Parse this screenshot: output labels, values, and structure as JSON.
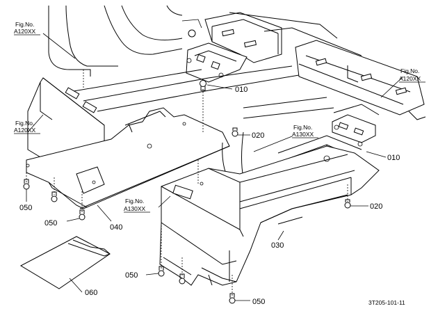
{
  "fig_refs": {
    "top_left": {
      "line1": "Fig.No.",
      "line2": "A120XX"
    },
    "mid_left": {
      "line1": "Fig.No.",
      "line2": "A120XX"
    },
    "right": {
      "line1": "Fig.No.",
      "line2": "A120XX"
    },
    "center": {
      "line1": "Fig.No.",
      "line2": "A130XX"
    },
    "lower": {
      "line1": "Fig.No.",
      "line2": "A130XX"
    }
  },
  "part_labels": {
    "p010_a": "010",
    "p010_b": "010",
    "p020_a": "020",
    "p020_b": "020",
    "p030": "030",
    "p040": "040",
    "p050_a": "050",
    "p050_b": "050",
    "p050_c": "050",
    "p050_d": "050",
    "p060": "060"
  },
  "drawing_code": "3T205-101-11"
}
